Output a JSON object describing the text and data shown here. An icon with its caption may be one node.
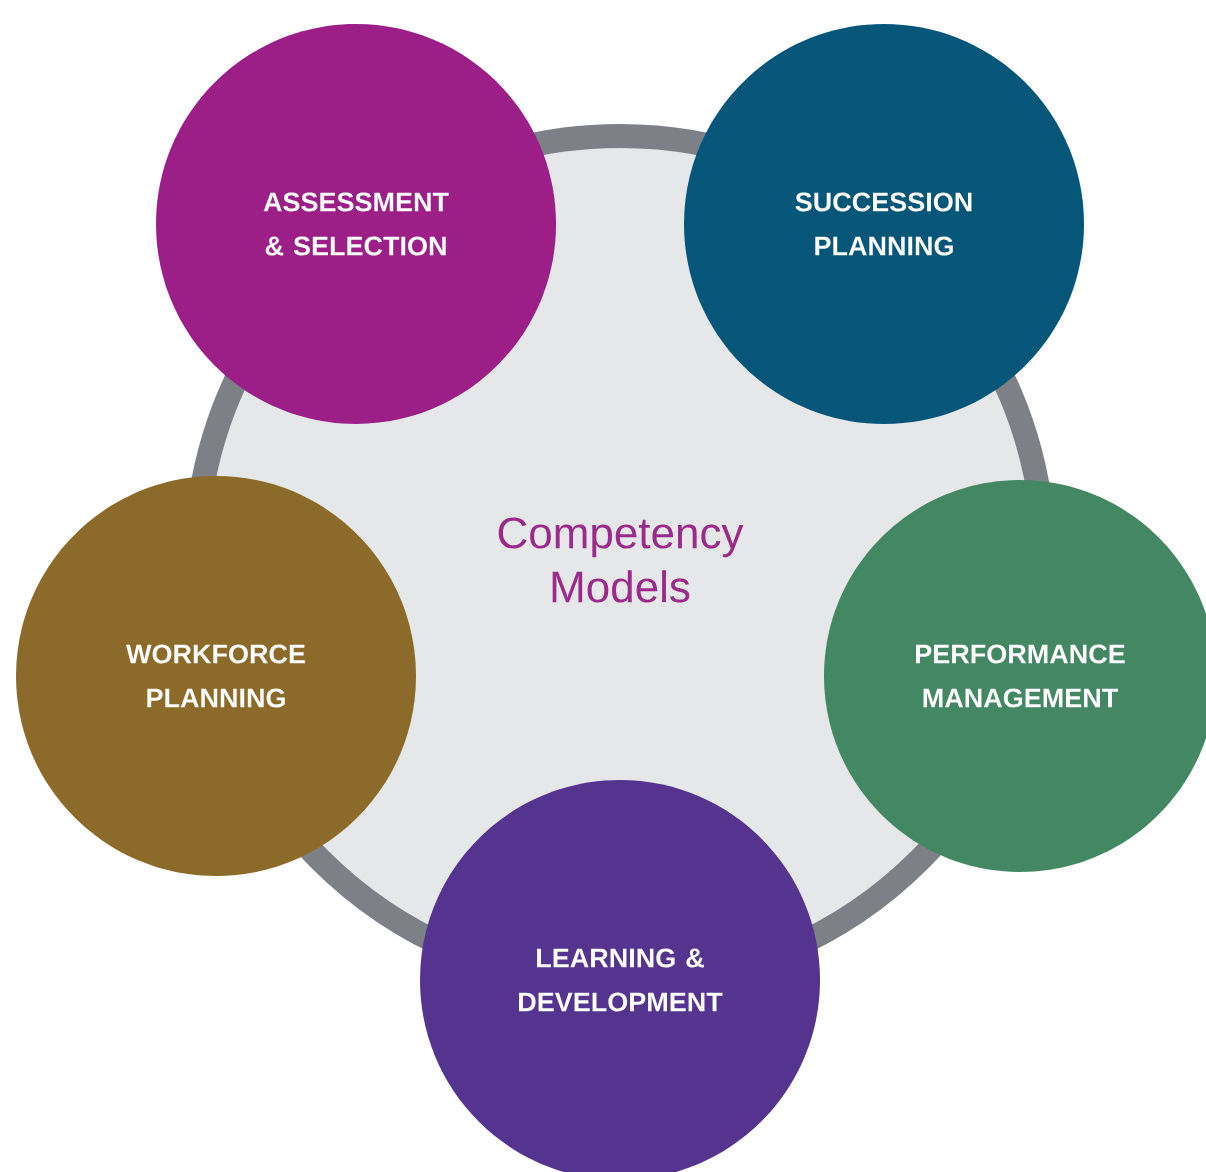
{
  "diagram": {
    "nodes": [
      {
        "text": [
          "Competency Models"
        ]
      },
      {
        "text": [
          "ASSESSMENT & SELECTION"
        ]
      },
      {
        "text": [
          "SUCCESSION PLANNING"
        ]
      },
      {
        "text": [
          "WORKFORCE PLANNING"
        ]
      },
      {
        "text": [
          "PERFORMANCE MANAGEMENT"
        ]
      },
      {
        "text": [
          "LEARNING & DEVELOPMENT"
        ]
      }
    ]
  }
}
